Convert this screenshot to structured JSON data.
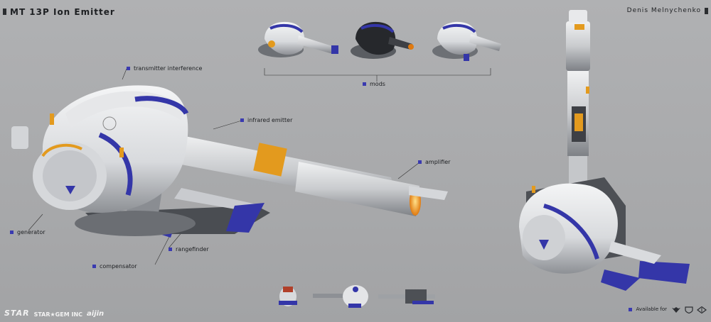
{
  "header": {
    "title": "MT 13P Ion Emitter",
    "author": "Denis Melnychenko"
  },
  "callouts": {
    "transmitter_interference": "transmitter interference",
    "infrared_emitter": "infrared emitter",
    "amplifier": "amplifier",
    "generator": "generator",
    "compensator": "compensator",
    "rangefinder": "rangefinder",
    "mods": "mods"
  },
  "footer": {
    "available_for": "Available for",
    "logos": {
      "star": "STAR",
      "stargem": "STAR★GEM INC",
      "aijin": "aijin"
    },
    "faction_icons": [
      "empire-wings-icon",
      "federation-shield-icon",
      "jericho-emblem-icon"
    ]
  },
  "colors": {
    "background": "#a9aaac",
    "hull_white": "#e9eaec",
    "accent_blue": "#3436a8",
    "glow_orange": "#f0a020",
    "marker_blue": "#3a3ab0"
  }
}
